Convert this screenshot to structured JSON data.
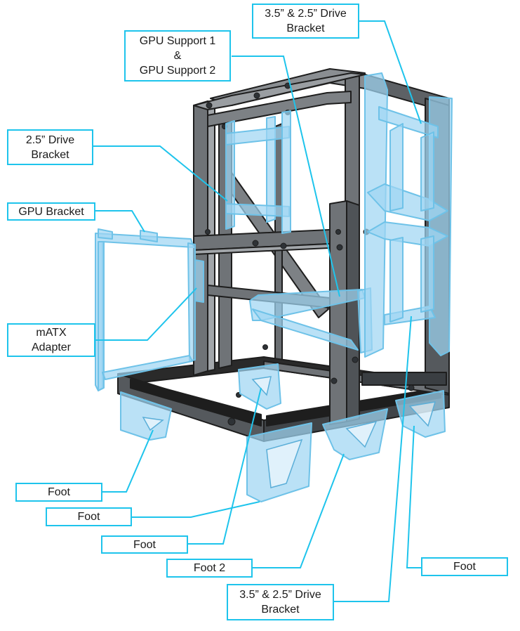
{
  "colors": {
    "callout_border": "#1ec4ec",
    "part_highlight": "#9fd6f2",
    "frame": "#6f7377",
    "frame_dark": "#1e1e1e",
    "frame_light": "#a2a6aa"
  },
  "labels": {
    "drive_bracket_top": "3.5” & 2.5” Drive\nBracket",
    "gpu_support": "GPU Support 1\n&\nGPU Support 2",
    "drive_bracket_25": "2.5” Drive\nBracket",
    "gpu_bracket": "GPU Bracket",
    "matx_adapter": "mATX\nAdapter",
    "foot_1": "Foot",
    "foot_2": "Foot",
    "foot_3": "Foot",
    "foot_4": "Foot 2",
    "foot_5": "Foot",
    "drive_bracket_bottom": "3.5” & 2.5” Drive\nBracket"
  }
}
